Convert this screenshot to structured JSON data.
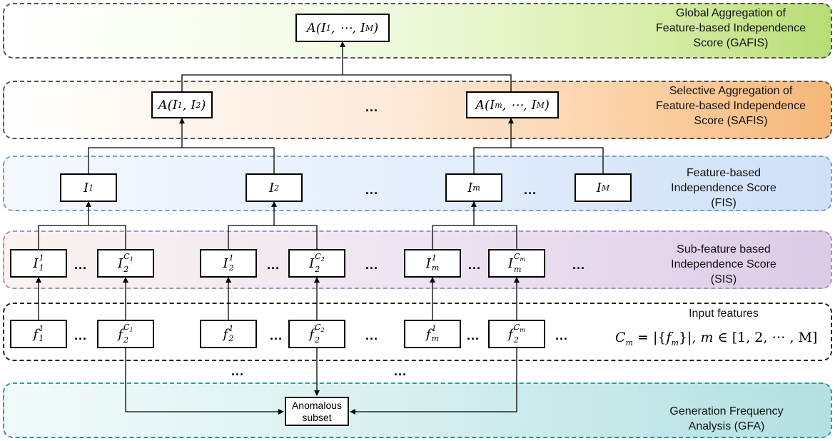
{
  "layers": {
    "gafis": {
      "label_line1": "Global Aggregation of",
      "label_line2": "Feature-based Independence",
      "label_line3": "Score (GAFIS)"
    },
    "safis": {
      "label_line1": "Selective Aggregation of",
      "label_line2": "Feature-based Independence",
      "label_line3": "Score (SAFIS)"
    },
    "fis": {
      "label_line1": "Feature-based",
      "label_line2": "Independence Score",
      "label_line3": "(FIS)"
    },
    "sis": {
      "label_line1": "Sub-feature  based",
      "label_line2": "Independence Score",
      "label_line3": "(SIS)"
    },
    "input": {
      "label_line1": "Input features"
    },
    "gfa": {
      "label_line1": "Generation Frequency",
      "label_line2": "Analysis (GFA)"
    }
  },
  "nodes": {
    "global_agg": {
      "base": "A(I",
      "s1": "1",
      "mid": ", ⋯, I",
      "s2": "M",
      "end": ")"
    },
    "agg_1_2": {
      "base": "A(I",
      "s1": "1",
      "mid": ", I",
      "s2": "2",
      "end": ")"
    },
    "agg_m_M": {
      "base": "A(I",
      "s1": "m",
      "mid": ", ⋯, I",
      "s2": "M",
      "end": ")"
    },
    "fis_1": {
      "base": "I",
      "sub": "1"
    },
    "fis_2": {
      "base": "I",
      "sub": "2"
    },
    "fis_m": {
      "base": "I",
      "sub": "m"
    },
    "fis_M": {
      "base": "I",
      "sub": "M"
    },
    "sis_1_1": {
      "base": "I",
      "sup": "1",
      "sub": "1"
    },
    "sis_1_C": {
      "base": "I",
      "sup": "C",
      "supsub": "1",
      "sub": "2"
    },
    "sis_2_1": {
      "base": "I",
      "sup": "1",
      "sub": "2"
    },
    "sis_2_C": {
      "base": "I",
      "sup": "C",
      "supsub": "2",
      "sub": "2"
    },
    "sis_m_1": {
      "base": "I",
      "sup": "1",
      "sub": "m"
    },
    "sis_m_C": {
      "base": "I",
      "sup": "C",
      "supsub": "m",
      "sub": "m"
    },
    "in_1_1": {
      "base": "f",
      "sup": "1",
      "sub": "1"
    },
    "in_1_C": {
      "base": "f",
      "sup": "C",
      "supsub": "1",
      "sub": "2"
    },
    "in_2_1": {
      "base": "f",
      "sup": "1",
      "sub": "2"
    },
    "in_2_C": {
      "base": "f",
      "sup": "C",
      "supsub": "2",
      "sub": "2"
    },
    "in_m_1": {
      "base": "f",
      "sup": "1",
      "sub": "m"
    },
    "in_m_C": {
      "base": "f",
      "sup": "C",
      "supsub": "m",
      "sub": "2"
    },
    "anomalous_line1": "Anomalous",
    "anomalous_line2": "subset"
  },
  "ellipsis": "...",
  "formula": {
    "lhs": "C",
    "lhs_sub": "m",
    "eq": " = |{",
    "f": "f",
    "f_sub": "m",
    "mid": "}|, ",
    "m": "m",
    "range": " ∈ [1, 2, ⋯ , M]"
  }
}
